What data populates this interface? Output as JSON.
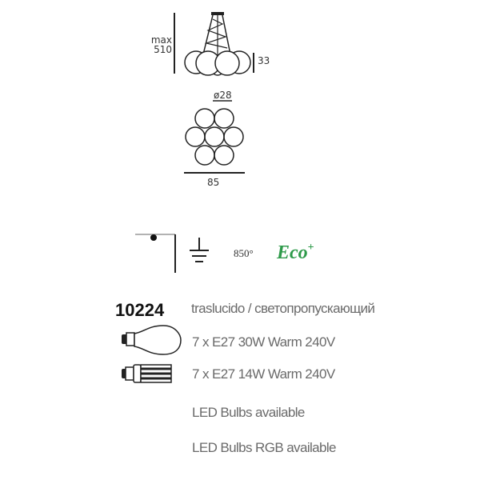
{
  "dimensions": {
    "height_label_1": "max",
    "height_label_2": "510",
    "globe_height": "33",
    "globe_diameter": "ø28",
    "total_width": "85"
  },
  "symbols": {
    "mount": "ceiling-mount-icon",
    "earth": "earth-ground-icon",
    "temperature": "850°",
    "eco_label": "Eco",
    "eco_sup": "+",
    "eco_color": "#2e9a4a"
  },
  "product": {
    "code": "10224",
    "finish": "traslucido / светопропускающий",
    "bulbs": [
      {
        "icon": "incandescent-bulb-icon",
        "text": "7 x E27 30W Warm 240V"
      },
      {
        "icon": "cfl-bulb-icon",
        "text": "7 x E27 14W Warm 240V"
      }
    ],
    "notes": [
      "LED Bulbs available",
      "LED Bulbs RGB available"
    ]
  }
}
